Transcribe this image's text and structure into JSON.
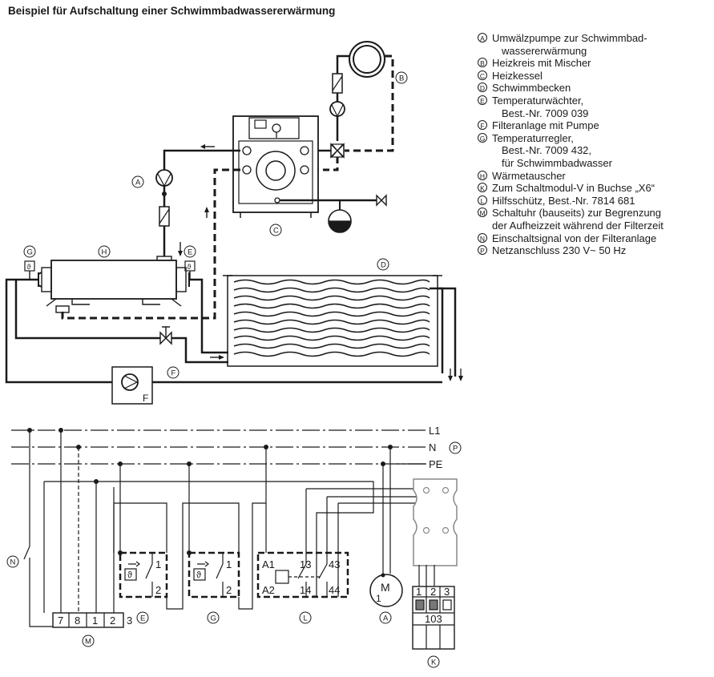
{
  "title": "Beispiel für Aufschaltung einer Schwimmbadwassererwärmung",
  "legend": [
    {
      "key": "A",
      "line1": "Umwälzpumpe zur Schwimmbad-",
      "line2": "wassererwärmung",
      "line3": ""
    },
    {
      "key": "B",
      "line1": "Heizkreis mit Mischer",
      "line2": "",
      "line3": ""
    },
    {
      "key": "C",
      "line1": "Heizkessel",
      "line2": "",
      "line3": ""
    },
    {
      "key": "D",
      "line1": "Schwimmbecken",
      "line2": "",
      "line3": ""
    },
    {
      "key": "E",
      "line1": "Temperaturwächter,",
      "line2": "Best.-Nr. 7009 039",
      "line3": ""
    },
    {
      "key": "F",
      "line1": "Filteranlage mit Pumpe",
      "line2": "",
      "line3": ""
    },
    {
      "key": "G",
      "line1": "Temperaturregler,",
      "line2": "Best.-Nr. 7009 432,",
      "line3": "für Schwimmbadwasser"
    },
    {
      "key": "H",
      "line1": "Wärmetauscher",
      "line2": "",
      "line3": ""
    },
    {
      "key": "K",
      "line1": "Zum Schaltmodul-V in Buchse „X6“",
      "line2": "",
      "line3": ""
    },
    {
      "key": "L",
      "line1": "Hilfsschütz, Best.-Nr. 7814 681",
      "line2": "",
      "line3": ""
    },
    {
      "key": "M",
      "line1": "Schaltuhr (bauseits) zur Begrenzung",
      "line2": "der Aufheizzeit während der Filterzeit",
      "line3": ""
    },
    {
      "key": "N",
      "line1": "Einschaltsignal von der Filteranlage",
      "line2": "",
      "line3": ""
    },
    {
      "key": "P",
      "line1": "Netzanschluss 230 V~  50 Hz",
      "line2": "",
      "line3": ""
    }
  ],
  "pump_filter_letter": "F",
  "bus_labels": {
    "l1": "L1",
    "n": "N",
    "pe": "PE"
  },
  "timer_terminals": [
    "7",
    "8",
    "1",
    "2",
    "3"
  ],
  "thermostat_terminals": {
    "top": "1",
    "bottom": "2"
  },
  "relay_terminals": {
    "a1": "A1",
    "a2": "A2",
    "t13": "13",
    "t14": "14",
    "t43": "43",
    "t44": "44"
  },
  "motor_label": {
    "letter": "M",
    "phase": "1"
  },
  "plug_terminals": [
    "1",
    "2",
    "3"
  ],
  "plug_number": "103",
  "colors": {
    "ink": "#1a1a1a",
    "background": "#ffffff"
  },
  "icons": [
    "pump-icon",
    "mixing-valve-icon",
    "check-valve-icon",
    "expansion-vessel-icon",
    "thermostat-icon",
    "relay-coil-icon",
    "motor-icon",
    "plug-connector-icon"
  ]
}
